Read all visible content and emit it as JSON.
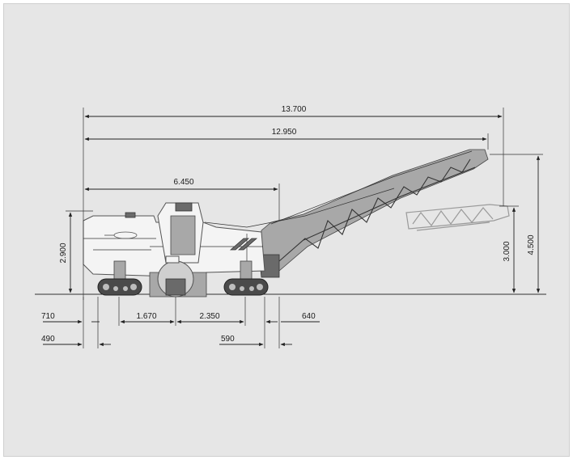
{
  "dimensions": {
    "overall_length": "13.700",
    "conveyor_length": "12.950",
    "machine_length": "6.450",
    "machine_height": "2.900",
    "discharge_height_low": "3.000",
    "discharge_height_high": "4.500",
    "front_overhang": "710",
    "front_track_offset": "490",
    "front_track_to_drum": "1.670",
    "drum_to_rear_track": "2.350",
    "rear_track_offset": "590",
    "rear_overhang": "640"
  },
  "colors": {
    "background": "#e6e6e6",
    "lines": "#222222"
  }
}
